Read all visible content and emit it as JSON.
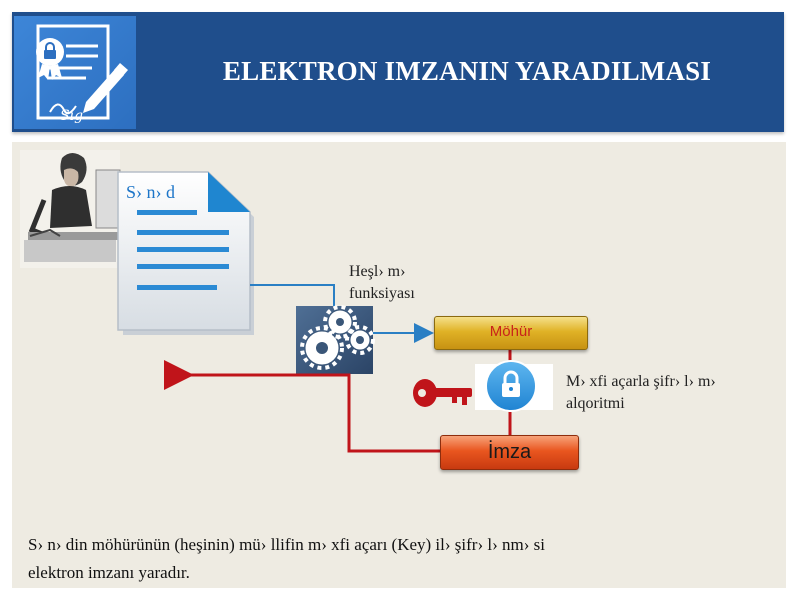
{
  "header": {
    "title": "ELEKTRON IMZANIN YARADILMASI",
    "logo_icon": "signed-certificate-icon",
    "logo_text": "Sig"
  },
  "diagram": {
    "document_label": "S› n› d",
    "hash_label_line1": "Heşl› m›",
    "hash_label_line2": "funksiyası",
    "seal_label": "Möhür",
    "cipher_label_line1": "M› xfi açarla şifr› l› m›",
    "cipher_label_line2": "alqoritmi",
    "signature_label": "İmza",
    "icons": [
      "woman-at-desk-illustration",
      "document-icon",
      "gears-icon",
      "lock-icon",
      "key-icon"
    ]
  },
  "caption": {
    "line1": "S› n› din möhürünün (heşinin) mü› llifin m› xfi açarı (Key) il›  şifr› l› nm› si",
    "line2": "elektron imzanı yaradır."
  },
  "colors": {
    "header_bg": "#1f4e8c",
    "content_bg": "#eeebe2",
    "flow_blue": "#2a7fc4",
    "flow_red": "#c0141a",
    "seal_gold": "#e0b226",
    "signature_orange": "#e9561f"
  }
}
